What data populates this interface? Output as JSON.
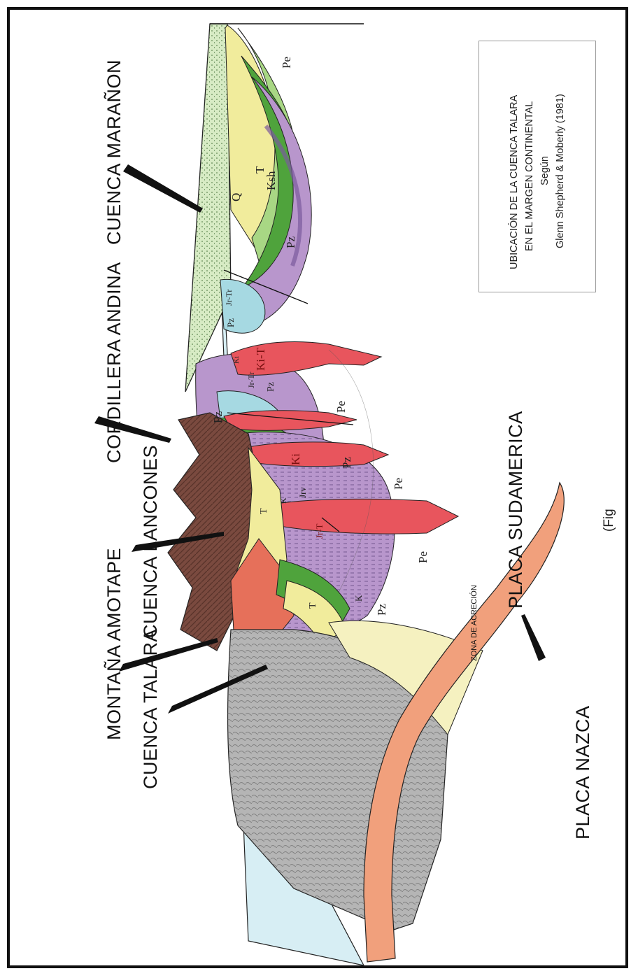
{
  "labels": {
    "cuenca_maranon": "CUENCA MARAÑON",
    "cordillera_andina": "CORDILLERA ANDINA",
    "cuenca_lancones": "CUENCA LANCONES",
    "montana_amotape": "MONTAÑA AMOTAPE",
    "cuenca_talara": "CUENCA TALARA",
    "placa_nazca": "PLACA NAZCA",
    "placa_sudamerica": "PLACA SUDAMERICA",
    "zona_acrecion": "ZONA DE ACRECIÓN",
    "fig": "(Fig"
  },
  "credit": {
    "line1": "UBICACIÓN DE LA CUENCA TALARA",
    "line2": "EN EL MARGEN CONTINENTAL",
    "line3": "Según",
    "line4": "Glenn Shepherd & Moberly (1981)"
  },
  "units": {
    "pe1": "Pe",
    "pe2": "Pe",
    "pe3": "Pe",
    "pe4": "Pe",
    "t1": "T",
    "t2": "T",
    "t3": "T",
    "q": "Q",
    "ksh": "Ksh",
    "pz1": "Pz",
    "pz2": "Pz",
    "pz3": "Pz",
    "pz4": "Pz",
    "pz5": "Pz",
    "pz6": "Pz",
    "jrtr1": "Jr-Tr",
    "jrtr2": "Jr-Tr",
    "kit1": "Ki-T",
    "kit2": "Ki",
    "ki": "Ki",
    "jrv": "Jrv",
    "jr": "Jr-T",
    "k1": "K",
    "k2": "K"
  },
  "colors": {
    "diorite_red": "#e8555d",
    "paleozoic_purple": "#b896cc",
    "paleozoic_dark": "#8a62aa",
    "tertiary_yellow": "#f1ec9c",
    "cretaceous_green": "#a8d784",
    "jurassic_green": "#4fa33c",
    "triassic_blue": "#a6d9e2",
    "talara_gray": "#b5b5b5",
    "nazca_orange": "#f1a07c",
    "andes_brown": "#7a4a3f",
    "maranon_green": "#d7ebc4",
    "amotape_red": "#e6705a"
  }
}
